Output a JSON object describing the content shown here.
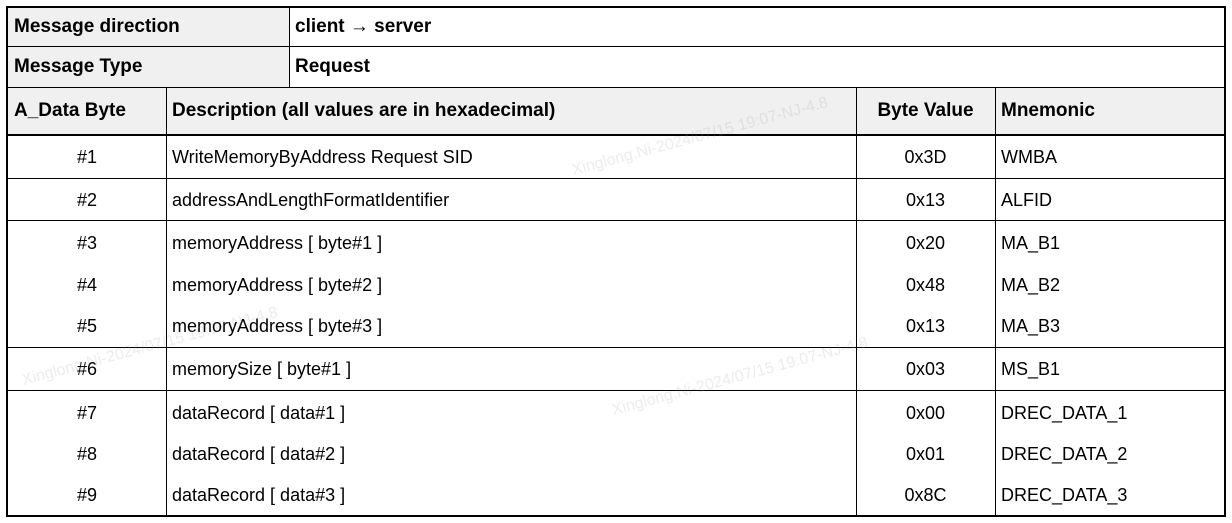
{
  "meta_rows": [
    {
      "label": "Message direction",
      "value": "client → server"
    },
    {
      "label": "Message Type",
      "value": "Request"
    }
  ],
  "header": {
    "col1": "A_Data Byte",
    "col2": "Description (all values are in hexadecimal)",
    "col3": "Byte Value",
    "col4": "Mnemonic"
  },
  "rows": [
    {
      "byte": "#1",
      "description": "WriteMemoryByAddress Request SID",
      "value": "0x3D",
      "mnemonic": "WMBA"
    },
    {
      "byte": "#2",
      "description": "addressAndLengthFormatIdentifier",
      "value": "0x13",
      "mnemonic": "ALFID"
    },
    {
      "byte": "#3",
      "description": "memoryAddress [ byte#1 ]",
      "value": "0x20",
      "mnemonic": "MA_B1"
    },
    {
      "byte": "#4",
      "description": "memoryAddress [ byte#2 ]",
      "value": "0x48",
      "mnemonic": "MA_B2"
    },
    {
      "byte": "#5",
      "description": "memoryAddress [ byte#3 ]",
      "value": "0x13",
      "mnemonic": "MA_B3"
    },
    {
      "byte": "#6",
      "description": "memorySize [ byte#1 ]",
      "value": "0x03",
      "mnemonic": "MS_B1"
    },
    {
      "byte": "#7",
      "description": "dataRecord [ data#1 ]",
      "value": "0x00",
      "mnemonic": "DREC_DATA_1"
    },
    {
      "byte": "#8",
      "description": "dataRecord [ data#2 ]",
      "value": "0x01",
      "mnemonic": "DREC_DATA_2"
    },
    {
      "byte": "#9",
      "description": "dataRecord [ data#3 ]",
      "value": "0x8C",
      "mnemonic": "DREC_DATA_3"
    }
  ],
  "watermark": "Xinglong.Ni-2024/07/15  19:07-NJ-4.8"
}
